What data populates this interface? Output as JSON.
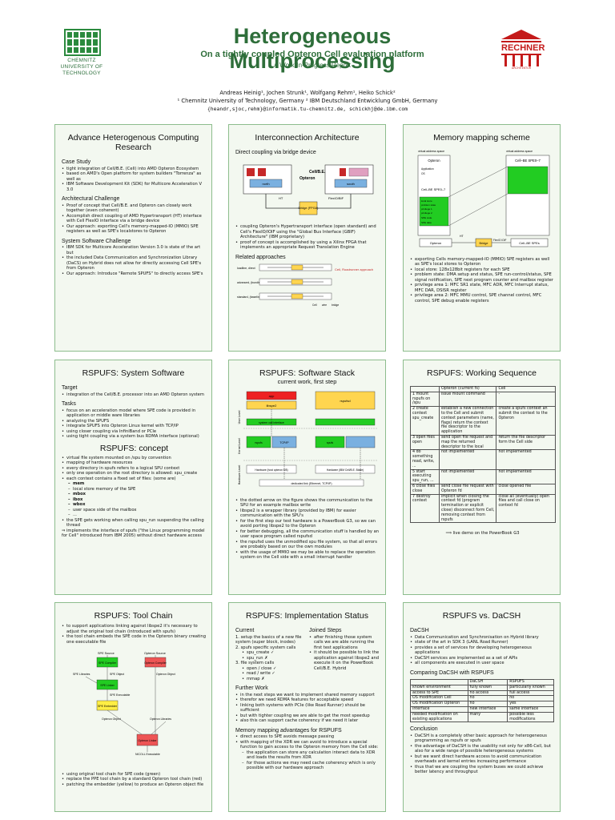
{
  "header": {
    "uni_name": "CHEMNITZ UNIVERSITY OF TECHNOLOGY",
    "title": "Heterogeneous Multiprocessing",
    "subtitle": "On a tightly coupled Opteron Cell evaluation platform",
    "subtitle2": "A Work-In-Progress Report",
    "rechner": "RECHNER",
    "rechner_sub": "ARCHITEKTUR",
    "authors": "Andreas Heinig¹, Jochen Strunk¹, Wolfgang Rehm¹, Heiko Schick²",
    "affil": "¹ Chemnitz University of Technology, Germany    ² IBM Deutschland Entwicklung GmbH, Germany",
    "emails": "{heandr,sjoc,rehm}@informatik.tu-chemnitz.de, schickhj@de.ibm.com"
  },
  "p1": {
    "title": "Advance Heterogenous Computing Research",
    "h1": "Case Study",
    "l1": [
      "tight integration of Cell/B.E. (Cell) into AMD Opteron Ecosystem",
      "based on AMD's Open platform for system builders \"Torrenza\" as well as",
      "IBM Software Development Kit (SDK) for Multicore Acceleration V 3.0"
    ],
    "h2": "Architectural Challenge",
    "l2": [
      "Proof of concept that Cell/B.E. and Opteron can closely work together (even coherent)",
      "Accomplish direct coupling of AMD Hypertransport (HT) interface with Cell FlexIO interface via a bridge device",
      "Our approach: exporting Cell's memory-mapped-IO (MMIO) SPE registers as well as SPE's localstores to Opteron"
    ],
    "h3": "System Software Challenge",
    "l3": [
      "IBM SDK for Multicore Acceleration Version 3.0 is state of the art but",
      "the included Data Communication and Synchronization Library (DaCS) on Hybrid does not allow for directly accessing Cell SPE's from Opteron",
      "Our approach: Introduce \"Remote SPUFS\" to directly access SPE's"
    ]
  },
  "p2": {
    "title": "Interconnection Architecture",
    "h1": "Direct coupling via bridge device",
    "d_opteron": "Opteron",
    "d_cell": "Cell/B.E.",
    "d_north": "north",
    "d_south": "south",
    "d_bridge": "Bridge (FPGA)",
    "d_ht": "HT",
    "d_flex": "FlexIO/BIF",
    "l1": [
      "coupling Opteron's Hypertransport interface (open standard) and Cell's FlexIO/IOIF using the \"Global Bus Interface (GBIF) Architecture\" (IBM proprietary)",
      "proof of concept is accomplished by using a Xilinx FPGA that implements an appropriate Request Translation Engine"
    ],
    "h2": "Related approaches",
    "r1": "loadline, direct",
    "r2": "advanced, (bundled)",
    "r3": "standard, (baseline)",
    "r_note": "Cell, Roadrunner approach",
    "r_cell": "Cell",
    "r_wire": "wire",
    "r_bridge": "bridge"
  },
  "p3": {
    "title": "Memory mapping scheme",
    "vas_l": "virtual address space",
    "vas_r": "virtual address space",
    "d_opteron": "Opteron",
    "d_cellbe": "Cell–BE SPE0–7",
    "d_cellbe2": "Cell–BE SPE0–7",
    "regions": [
      "Application",
      "OS",
      "local store",
      "problem state",
      "privilege 1",
      "privilege 2",
      "SPE code",
      "SPE data"
    ],
    "b_opteron": "Opteron",
    "b_ht": "HT",
    "b_bridge": "Bridge",
    "b_flex": "FlexIO IOIF",
    "b_spes": "Cell–BE SPEs",
    "l1": [
      "exporting Cells memory-mapped-IO (MMIO) SPE registers as well as SPE's local stores to Opteron",
      "local store: 128x128bit registers for each SPE",
      "problem state: DMA setup and status, SPE run-control/status, SPE signal notification, SPE next program counter and mailbox register",
      "privilege area 1: MFC SR1 state, MFC ADR, MFC Interrupt status, MFC DAR, DSISR register",
      "privilege area 2: MFC MMU control, SPE channel control, MFC control, SPE debug enable registers"
    ]
  },
  "p4": {
    "title": "RSPUFS: System Software",
    "h1": "Target",
    "l1": [
      "integration of the Cell/B.E. processor into an AMD Opteron system"
    ],
    "h2": "Tasks",
    "l2": [
      "focus on an acceleration model where SPE code is provided in application or middle ware libraries",
      "analyzing the SPUFS",
      "integrate SPUFS into Opteron Linux kernel with TCP/IP",
      "using closer coupling via InfiniBand or PCIe",
      "using tight coupling via a system bus RDMA interface (optional)"
    ],
    "title2": "RSPUFS: concept",
    "l3": [
      "virtual file system mounted on /spu by convention",
      "mapping of hardware resources",
      "every directory in spufs refers to a logical SPU context",
      "only one operation on the root directory is allowed: spu_create",
      "each context contains a fixed set of files: (some are)"
    ],
    "l3s": [
      "mem",
      "local store memory of the SPE",
      "mbox",
      "ibox",
      "wbox",
      "user space side of the mailbox",
      "..."
    ],
    "l4": [
      "the SPE gets working when calling spu_run suspending the calling thread"
    ],
    "impl": "⇒ implements the interface of spufs (\"the Linux programming model for Cell\" introduced from IBM 2005) without direct hardware access"
  },
  "p5": {
    "title": "RSPUFS: Software Stack",
    "subtitle": "current work, first step",
    "lv_user": "User Level",
    "lv_kernel": "Kernel Level",
    "lv_hw": "Hardware Level",
    "s_app": "app",
    "s_libspe": "libspe2",
    "s_rspufsd": "rspufsd",
    "s_syscall": "system call interface",
    "s_spufs": "spufs",
    "s_rspufs": "rspufs",
    "s_tcp": "TCP/IP",
    "s_hw_l": "Hardware (host opteron 6/8)",
    "s_hw_r": "Hardware (IBM Cell/B.E. Blade)",
    "s_link": "dedicated link (Ethernet, TCP/IP)",
    "l1": [
      "the dotted arrow on the figure shows the communication to the SPU for an example mailbox write",
      "libspe2 is a wrapper library (provided by IBM) for easier communication with the SPU's",
      "for the first step our test hardware is a PowerBook G3, so we can avoid porting libspe2 to the Opteron",
      "for better debugging, all the communication stuff is handled by an user space program called rspufsd",
      "the rspufsd uses the unmodified spu file system, so that all errors are probably based on our the own modules",
      "with the usage of MMIO we may be able to replace the operation system on the Cell side with a small interrupt handler"
    ]
  },
  "p6": {
    "title": "RSPUFS: Working Sequence",
    "head": [
      "",
      "Opteron (current fs)",
      "Cell"
    ],
    "rows": [
      [
        "1  mount rspufs on /spu",
        "issue mount command",
        "-"
      ],
      [
        "2  create context spu_create",
        "establish a new connection to the Cell and submit context parameters (name, flags) return the context file descriptor to the application",
        "create a spufs context an submit the context to the Opteron"
      ],
      [
        "3  open files open",
        "send open file request and map the returned descriptor to the local",
        "return the file descriptor form the Cell side"
      ],
      [
        "4  do something read, write, ...",
        "not implemented",
        "not implemented"
      ],
      [
        "5  start executing spu_run, ...",
        "not implemented",
        "not implemented"
      ],
      [
        "6  close files close",
        "send close file request with Opteron fd",
        "close opened file"
      ],
      [
        "7  destroy context",
        "implicit when closing the context fd (program termination or explicit close) disconnect form Cell, removing context from rspufs",
        "close all (eventually) open files and call close on context fd"
      ]
    ],
    "note": "⟹ live demo on the PowerBook G3"
  },
  "p7": {
    "title": "RSPUFS: Tool Chain",
    "l1": [
      "to support applications linking against libspe2 it's necessary to adjust the original tool chain (introduced with spufs)",
      "the tool chain embeds the SPE code in the Opteron binary creating one executable file"
    ],
    "f_spe_src": "SPE Source",
    "f_opt_src": "Opteron Source",
    "f_spe_comp": "SPE Compiler",
    "f_opt_comp": "Opteron Compiler",
    "f_spe_lib": "SPE Libraries",
    "f_spe_obj": "SPE Object",
    "f_opt_obj1": "Opteron Object",
    "f_spe_link": "SPE Linker",
    "f_spe_exe": "SPE Executable",
    "f_spe_emb": "SPE Embedder",
    "f_opt_obj2": "Opteron Object",
    "f_opt_lib": "Opteron Libraries",
    "f_opt_link": "Opteron Linker",
    "f_final": "NICOLL Executable",
    "l2": [
      "using original tool chain for SPE code (green)",
      "replace the PPE tool chain by a standard Opteron tool chain (red)",
      "patching the embedder (yellow) to produce an Opteron object file"
    ]
  },
  "p8": {
    "title": "RSPUFS: Implementation Status",
    "h_cur": "Current",
    "cur": [
      "1. setup the basics of a new file system (super block, inodes)",
      "2. spufs specific system calls",
      "3. file system calls"
    ],
    "cur2": [
      "spu_create ✓",
      "spu_run ✗"
    ],
    "cur3": [
      "open / close ✓",
      "read / write ✓",
      "mmap ✗"
    ],
    "h_join": "Joined Steps",
    "join": [
      "after finishing those system calls we are able running the first test applications",
      "it should be possible to link the application against libspe2 and execute it on the PowerBook Cell/B.E. Hybrid"
    ],
    "h_fw": "Further Work",
    "fw": [
      "in the next steps we want to implement shared memory support",
      "therefor we need RDMA features for acceptable speed",
      "linking both systems with PCIe (like Road Runner) should be sufficient",
      "but with tighter coupling we are able to get the most speedup",
      "also this can support cache coherency if we need it later"
    ],
    "h_mm": "Memory mapping advantages for RSPUFS",
    "mm": [
      "direct access to SPE avoids message passing",
      "with mapping of the XDR we can avoid to introduce a special function to gain access to the Opteron memory from the Cell side:"
    ],
    "mm_sub": [
      "the application can store any calculation interact data to XDR and loads the results from XDR",
      "for those actions we may need cache coherency which is only possible with our hardware approach"
    ]
  },
  "p9": {
    "title": "RSPUFS vs. DaCSH",
    "h1": "DaCSH",
    "l1": [
      "Data Communication and Synchronisation on Hybrid library",
      "state of the art in SDK 3 (LANL Road Runner)",
      "provides a set of services for developing heterogeneous applications",
      "DaCSH services are implemented as a set of APIs",
      "all components are executed in user space"
    ],
    "h2": "Comparing DaCSH with RSPUFS",
    "head": [
      "",
      "DaCSH",
      "RSPUFS"
    ],
    "rows": [
      [
        "known environment",
        "fully known",
        "particularly known"
      ],
      [
        "access to SPE",
        "no access",
        "full access"
      ],
      [
        "OS modification Cell",
        "no",
        "no"
      ],
      [
        "OS modification Opteron",
        "no",
        "yes"
      ],
      [
        "interface",
        "new interface",
        "same interface"
      ],
      [
        "needed modification on existing applications",
        "many",
        "possible less modifications"
      ]
    ],
    "h3": "Conclusion",
    "l3": [
      "DaCSH is a completely other basic approach for heterogeneous programming as rspufs or spufs",
      "the advantage of DaCSH is the usability not only for x86-Cell, but also for a wide range of possible heterogeneous systems",
      "but we want direct hardware access to avoid communication overheads and kernel entries increasing performance",
      "thus that we are coupling the system buses we could achieve better latency and throughput"
    ]
  }
}
